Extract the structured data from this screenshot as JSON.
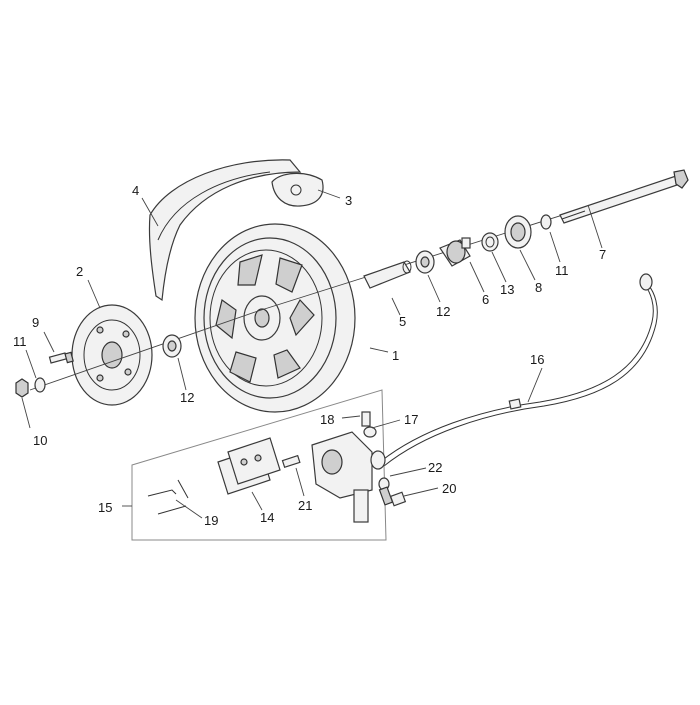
{
  "callouts": [
    {
      "id": "1",
      "label": "1"
    },
    {
      "id": "2",
      "label": "2"
    },
    {
      "id": "3",
      "label": "3"
    },
    {
      "id": "4",
      "label": "4"
    },
    {
      "id": "5",
      "label": "5"
    },
    {
      "id": "6",
      "label": "6"
    },
    {
      "id": "7",
      "label": "7"
    },
    {
      "id": "8",
      "label": "8"
    },
    {
      "id": "9",
      "label": "9"
    },
    {
      "id": "10",
      "label": "10"
    },
    {
      "id": "11a",
      "label": "11"
    },
    {
      "id": "11b",
      "label": "11"
    },
    {
      "id": "12a",
      "label": "12"
    },
    {
      "id": "12b",
      "label": "12"
    },
    {
      "id": "13",
      "label": "13"
    },
    {
      "id": "14",
      "label": "14"
    },
    {
      "id": "15",
      "label": "15"
    },
    {
      "id": "16",
      "label": "16"
    },
    {
      "id": "17",
      "label": "17"
    },
    {
      "id": "18",
      "label": "18"
    },
    {
      "id": "19",
      "label": "19"
    },
    {
      "id": "20",
      "label": "20"
    },
    {
      "id": "21",
      "label": "21"
    },
    {
      "id": "22",
      "label": "22"
    }
  ]
}
